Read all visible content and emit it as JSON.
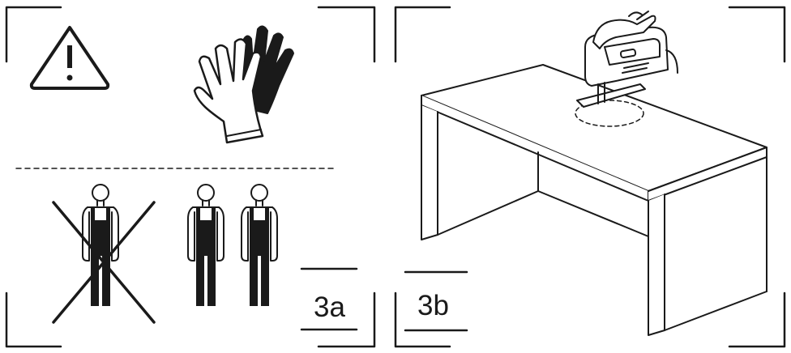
{
  "panels": [
    {
      "id": "panel-3a",
      "label": "3a"
    },
    {
      "id": "panel-3b",
      "label": "3b"
    }
  ],
  "colors": {
    "ink": "#1a1a1a",
    "background": "#ffffff"
  },
  "icons": [
    "warning-triangle-icon",
    "protective-gloves-icon",
    "wrong-single-person-icon",
    "correct-two-persons-icon",
    "jigsaw-icon",
    "desk-icon"
  ]
}
